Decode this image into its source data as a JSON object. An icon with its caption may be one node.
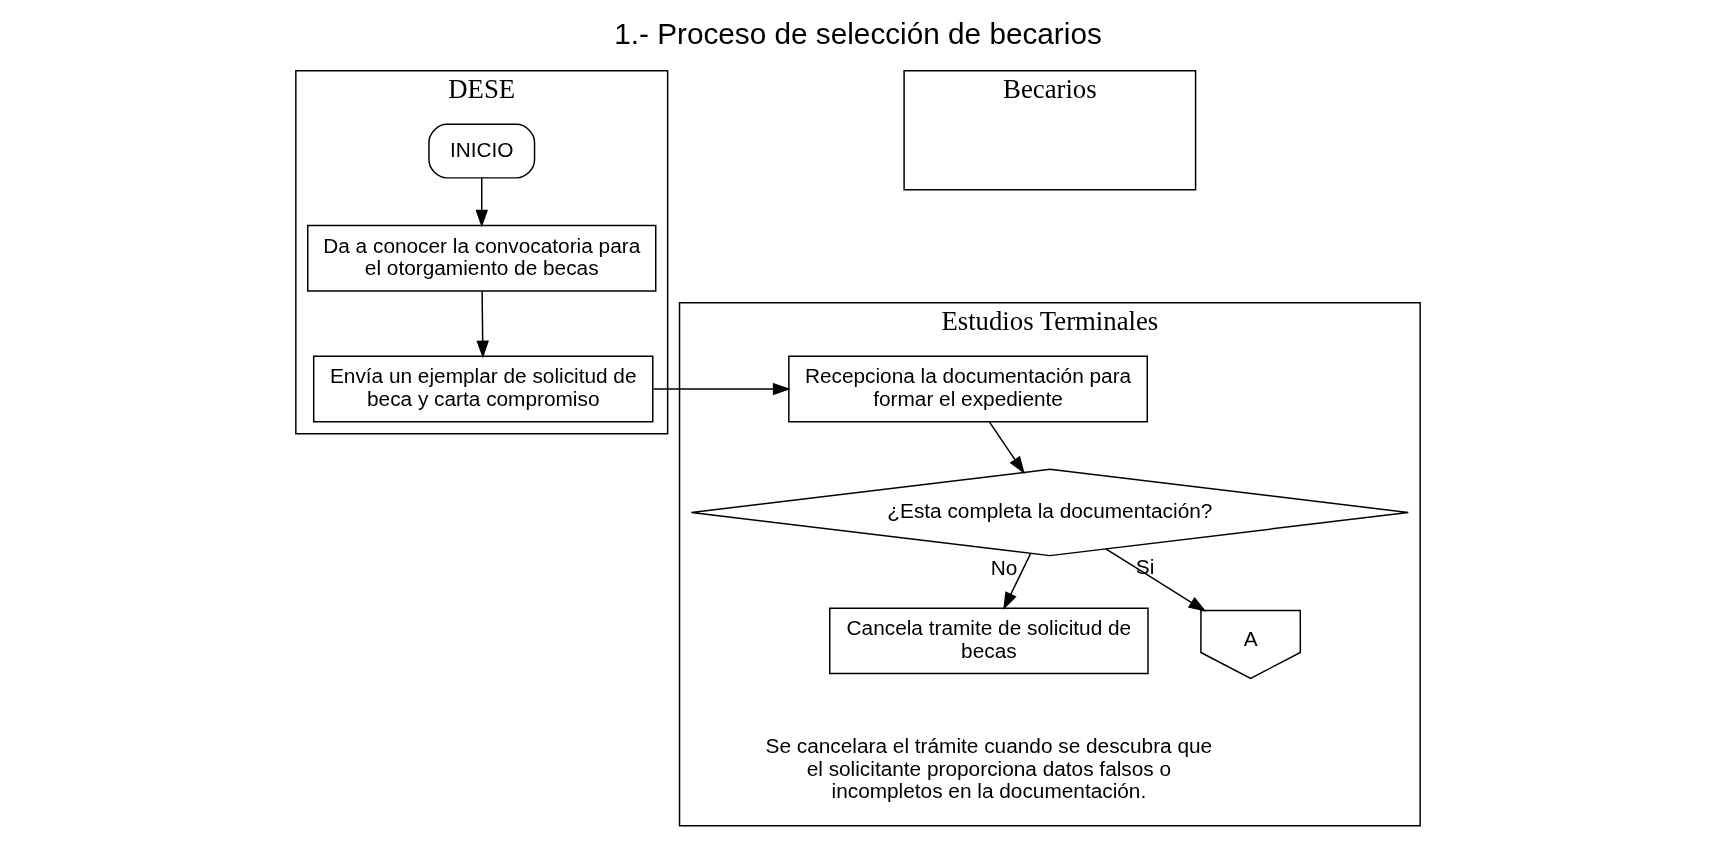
{
  "diagram": {
    "title": "1.- Proceso de selección de becarios",
    "nodes": [
      {
        "text": [
          "DESE"
        ]
      },
      {
        "text": [
          "Estudios Terminales"
        ]
      },
      {
        "text": [
          "Becarios"
        ]
      },
      {
        "text": [
          "INICIO"
        ],
        "in": 0
      },
      {
        "text": [
          "Da a conocer la convocatoria para el otorgamiento de becas"
        ],
        "in": 0
      },
      {
        "text": [
          "Envía un ejemplar de solicitud de beca y carta compromiso"
        ],
        "in": 0
      },
      {
        "text": [
          "Recepciona la documentación para formar el expediente"
        ],
        "in": 1
      },
      {
        "text": [
          "¿Esta completa la documentación?"
        ],
        "in": 1
      },
      {
        "text": [
          "Cancela tramite de solicitud de becas"
        ],
        "in": 1
      },
      {
        "text": [
          "A"
        ],
        "in": 1
      }
    ],
    "edges": [
      {
        "from": 3,
        "to": 4,
        "arrow": "to"
      },
      {
        "from": 4,
        "to": 5,
        "arrow": "to"
      },
      {
        "from": 5,
        "to": 6,
        "arrow": "to"
      },
      {
        "from": 6,
        "to": 7,
        "arrow": "to"
      },
      {
        "from": 7,
        "to": 8,
        "arrow": "to",
        "label": "No"
      },
      {
        "from": 7,
        "to": 9,
        "arrow": "to",
        "label": "Si"
      }
    ],
    "labels": [
      "Se cancelara el trámite cuando se descubra que el solicitante proporciona datos falsos o incompletos en la documentación."
    ]
  }
}
